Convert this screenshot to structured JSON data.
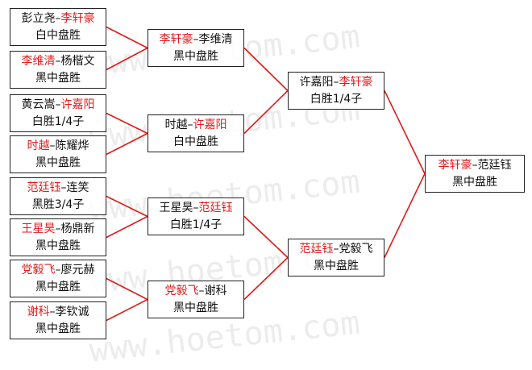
{
  "watermark": "www.hoetom.com",
  "colors": {
    "winner": "#e11b1b",
    "text": "#111111",
    "connector": "#e11b1b",
    "border": "#222222"
  },
  "matches": [
    {
      "id": "r1m1",
      "a": "彭立尧",
      "b": "李轩豪",
      "winner": "b",
      "result": "白中盘胜"
    },
    {
      "id": "r1m2",
      "a": "李维清",
      "b": "杨楷文",
      "winner": "a",
      "result": "黑中盘胜"
    },
    {
      "id": "r1m3",
      "a": "黄云嵩",
      "b": "许嘉阳",
      "winner": "b",
      "result": "白胜1/4子"
    },
    {
      "id": "r1m4",
      "a": "时越",
      "b": "陈耀烨",
      "winner": "a",
      "result": "黑中盘胜"
    },
    {
      "id": "r1m5",
      "a": "范廷钰",
      "b": "连笑",
      "winner": "a",
      "result": "黑胜3/4子"
    },
    {
      "id": "r1m6",
      "a": "王星昊",
      "b": "杨鼎新",
      "winner": "a",
      "result": "黑中盘胜"
    },
    {
      "id": "r1m7",
      "a": "党毅飞",
      "b": "廖元赫",
      "winner": "a",
      "result": "黑中盘胜"
    },
    {
      "id": "r1m8",
      "a": "谢科",
      "b": "李钦诚",
      "winner": "a",
      "result": "黑中盘胜"
    },
    {
      "id": "r2m1",
      "a": "李轩豪",
      "b": "李维清",
      "winner": "a",
      "result": "黑中盘胜"
    },
    {
      "id": "r2m2",
      "a": "时越",
      "b": "许嘉阳",
      "winner": "b",
      "result": "白中盘胜"
    },
    {
      "id": "r2m3",
      "a": "王星昊",
      "b": "范廷钰",
      "winner": "b",
      "result": "白胜1/4子"
    },
    {
      "id": "r2m4",
      "a": "党毅飞",
      "b": "谢科",
      "winner": "a",
      "result": "黑中盘胜"
    },
    {
      "id": "r3m1",
      "a": "许嘉阳",
      "b": "李轩豪",
      "winner": "b",
      "result": "白胜1/4子"
    },
    {
      "id": "r3m2",
      "a": "范廷钰",
      "b": "党毅飞",
      "winner": "a",
      "result": "黑中盘胜"
    },
    {
      "id": "r4m1",
      "a": "李轩豪",
      "b": "范廷钰",
      "winner": "a",
      "result": "黑中盘胜"
    }
  ]
}
